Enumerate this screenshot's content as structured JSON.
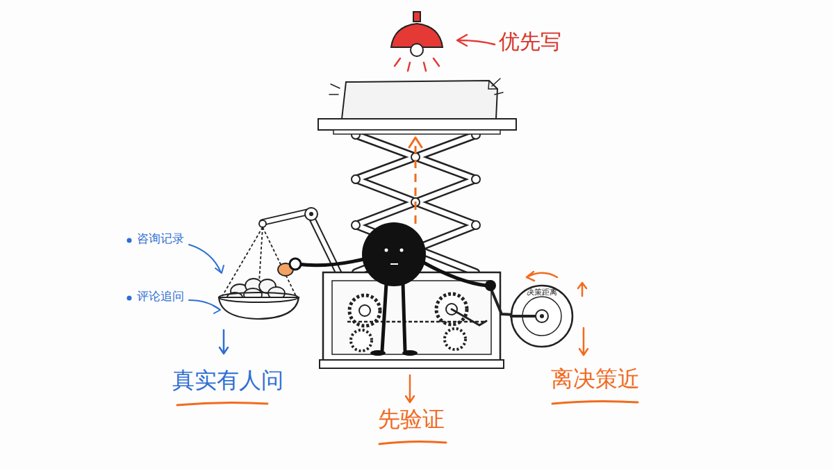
{
  "diagram": {
    "nodes": [
      {
        "text": [
          "决策距离"
        ]
      }
    ],
    "labels": [
      "优先写",
      "咨询记录",
      "评论追问",
      "真实有人问",
      "先验证",
      "离决策近"
    ]
  }
}
